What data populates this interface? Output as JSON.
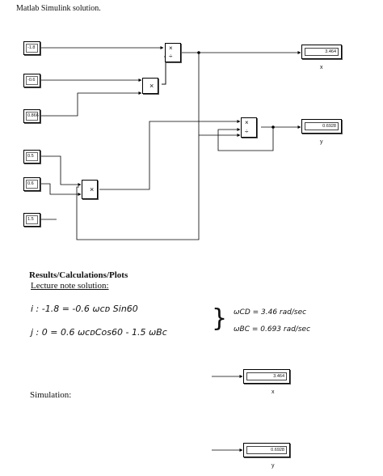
{
  "header": {
    "title": "Matlab Simulink solution."
  },
  "diagram": {
    "constants": [
      "-1.8",
      "-0.6",
      "0.866",
      "0.5",
      "0.6",
      "1.5"
    ],
    "product1": {
      "sym_mult": "×",
      "sym_div": "÷"
    },
    "product2": {
      "sym_mult": "×"
    },
    "product3": {
      "sym_mult": "×",
      "sym_div": "÷"
    },
    "product4": {
      "sym_mult": "×"
    },
    "display_x": {
      "value": "3.464",
      "label": "x"
    },
    "display_y": {
      "value": "0.6928",
      "label": "y"
    }
  },
  "results": {
    "heading": "Results/Calculations/Plots",
    "lecture_label": "Lecture note solution:",
    "eq_i": "i :  -1.8  =  -0.6 ωcᴅ Sin60",
    "eq_j": "j :   0   =  0.6 ωcᴅCos60 - 1.5 ωBc",
    "answer_wcd": "ωCD  =  3.46  rad/sec",
    "answer_wbc": "ωBC  =  0.693  rad/sec",
    "brace": "}",
    "simulation_label": "Simulation:",
    "sim_display_x": {
      "value": "3.464",
      "label": "x"
    },
    "sim_display_y": {
      "value": "0.6928",
      "label": "y"
    }
  }
}
